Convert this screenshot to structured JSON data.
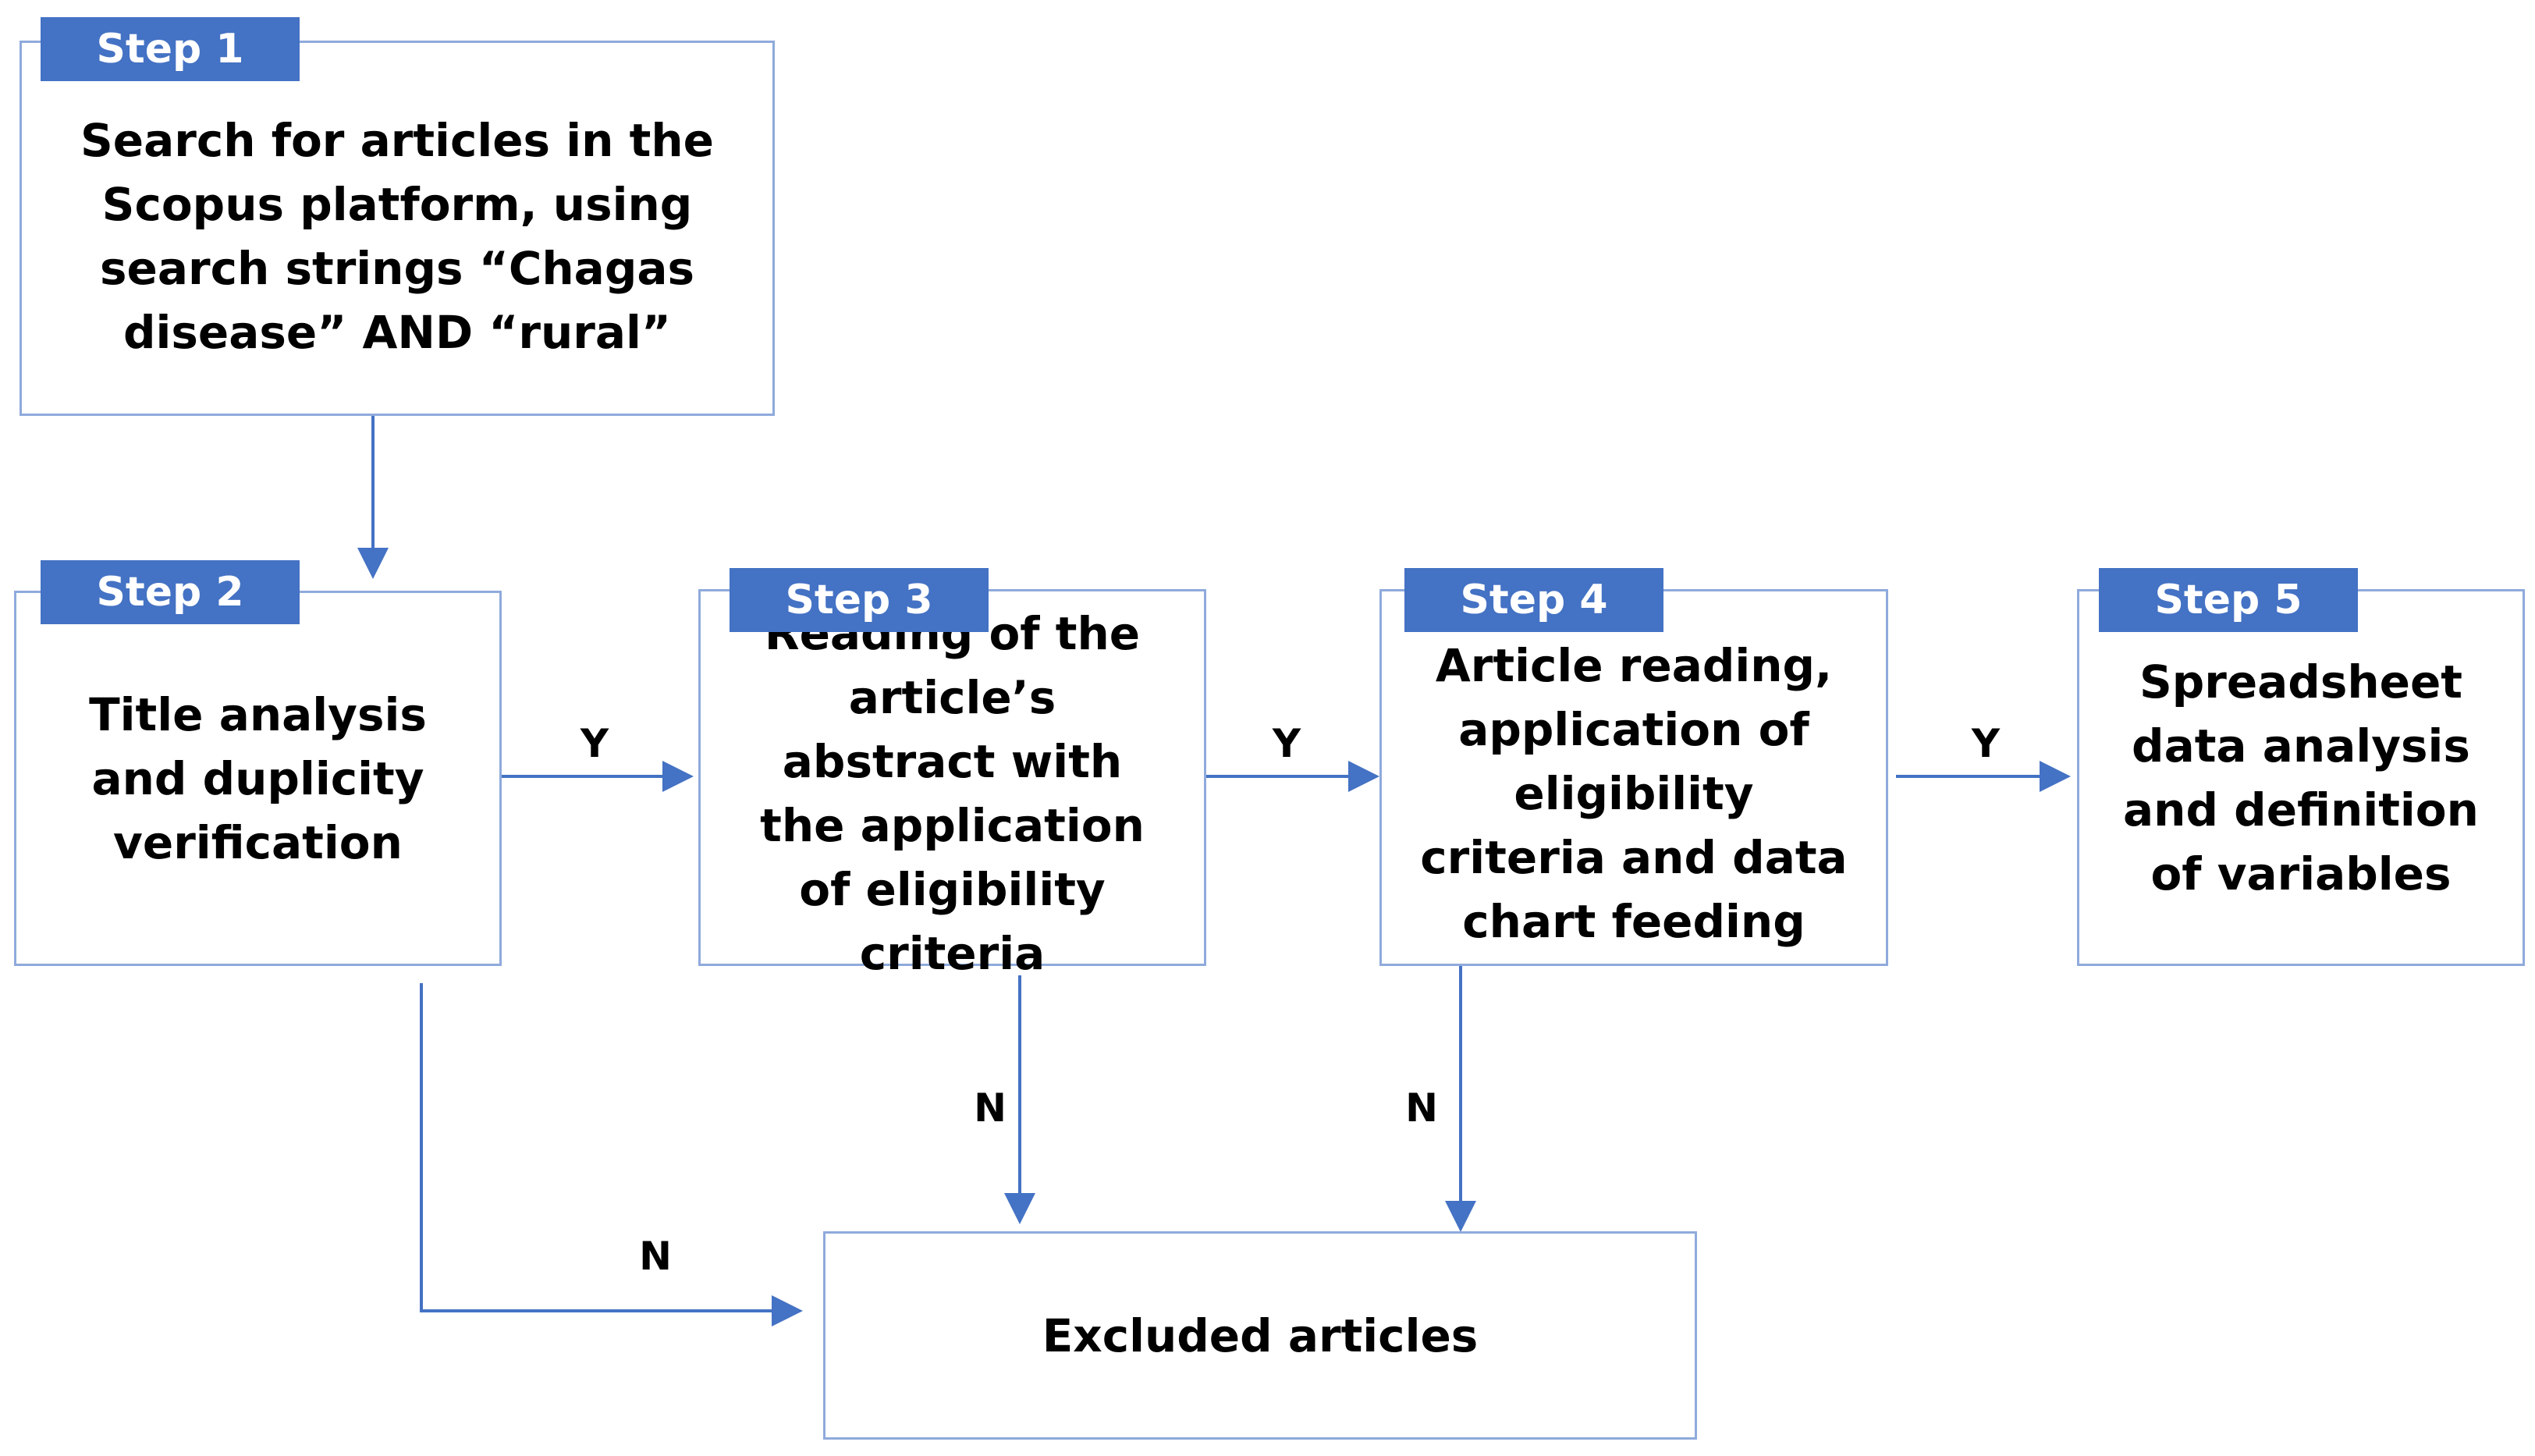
{
  "colors": {
    "step_tag_bg": "#4472C4",
    "step_tag_text": "#FFFFFF",
    "box_border": "#8FAADC",
    "arrow": "#4472C4",
    "text": "#000000"
  },
  "steps": [
    {
      "tag": "Step 1",
      "text": "Search for articles in the Scopus platform, using search strings “Chagas disease” AND “rural”"
    },
    {
      "tag": "Step 2",
      "text": "Title analysis and duplicity verification"
    },
    {
      "tag": "Step 3",
      "text": "Reading of the article’s abstract with the application of eligibility criteria"
    },
    {
      "tag": "Step 4",
      "text": "Article reading, application of eligibility criteria and data chart feeding"
    },
    {
      "tag": "Step 5",
      "text": "Spreadsheet data analysis and definition of variables"
    }
  ],
  "excluded": {
    "text": "Excluded articles"
  },
  "edge_labels": {
    "yes": "Y",
    "no": "N"
  }
}
